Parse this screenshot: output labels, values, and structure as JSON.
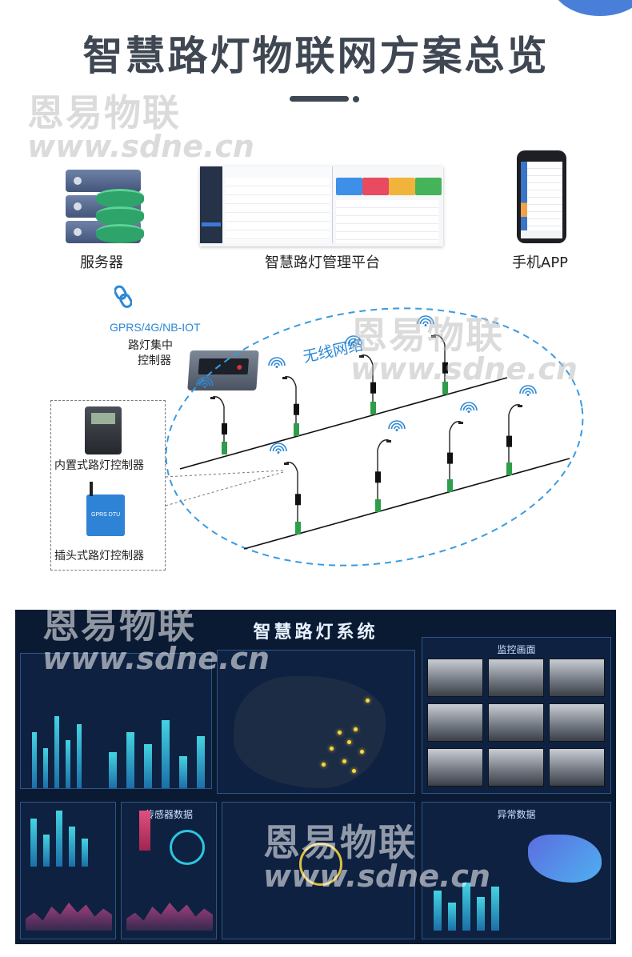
{
  "title": "智慧路灯物联网方案总览",
  "watermark": {
    "cn": "恩易物联",
    "url": "www.sdne.cn"
  },
  "top_nodes": {
    "server_label": "服务器",
    "platform_label": "智慧路灯管理平台",
    "app_label": "手机APP"
  },
  "protocol_label": "GPRS/4G/NB-IOT",
  "concentrator_label": [
    "路灯集中",
    "控制器"
  ],
  "wireless_label": "无线网络",
  "controllers": {
    "builtin_label": "内置式路灯控制器",
    "plugin_label": "插头式路灯控制器",
    "dtu_text": "GPRS DTU"
  },
  "dashboard": {
    "title": "智慧路灯系统",
    "monitor_title": "监控画面",
    "sensor_title": "传感器数据",
    "alarm_title": "异常数据"
  },
  "colors": {
    "title": "#3f4753",
    "accent_blue": "#2b88d6",
    "pole_green": "#2e9e4a",
    "dashboard_bg": "#0b1a33"
  },
  "icons": [
    "server-icon",
    "database-icon",
    "link-icon",
    "wifi-icon",
    "phone-icon"
  ]
}
